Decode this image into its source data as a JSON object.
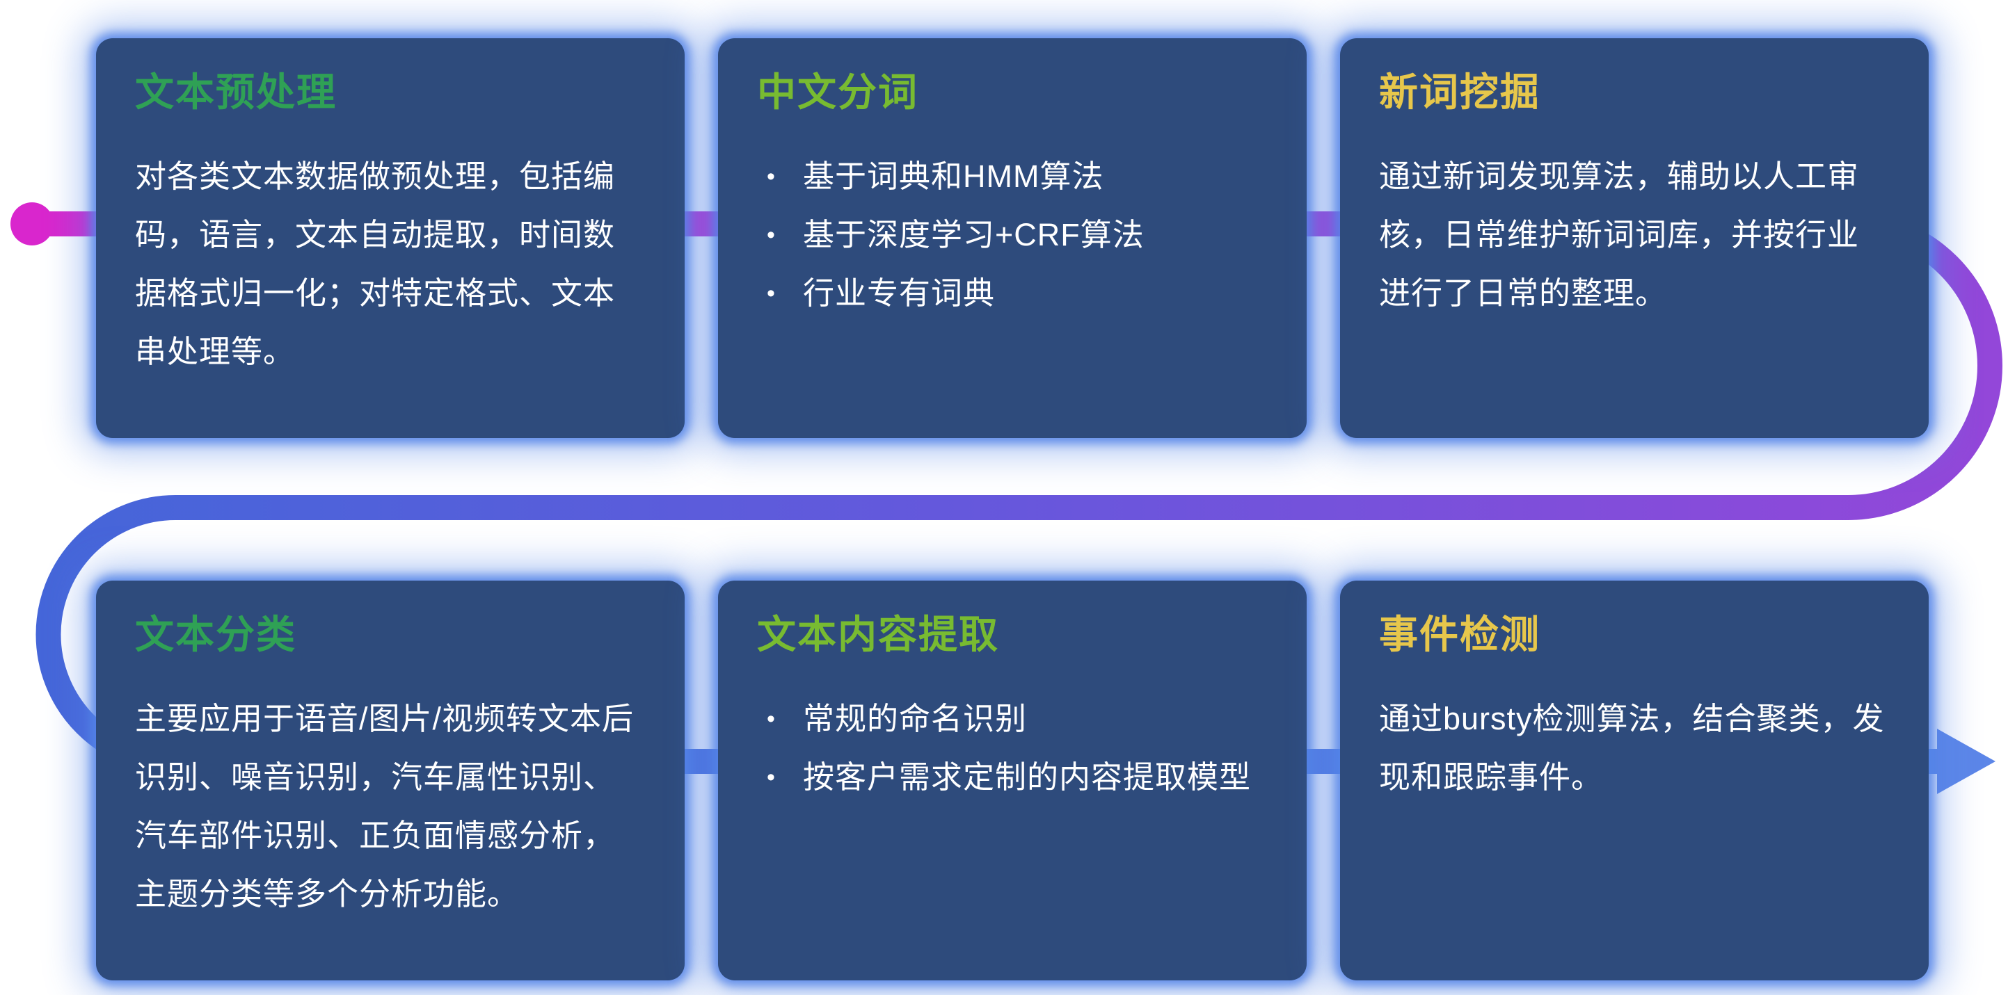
{
  "colors": {
    "page_bg": "#ffffff",
    "card_bg": "#2e4b7c",
    "glow_blue": "#5484e7",
    "body_text": "#ffffff",
    "title_green": "#2fa155",
    "title_light_green": "#78bb31",
    "title_yellow": "#e7c74b",
    "line_magenta": "#d926cd",
    "line_purple_mid": "#b138d3",
    "line_purple": "#9347d9",
    "line_violet": "#6757dc",
    "line_blue": "#4566d9",
    "line_blue_bright": "#5c86e8"
  },
  "flow": {
    "start_marker": "magenta-dot",
    "end_marker": "right-arrow"
  },
  "cards": [
    {
      "title": "文本预处理",
      "title_color": "title_green",
      "body": "对各类文本数据做预处理，包括编码，语言，文本自动提取，时间数据格式归一化；对特定格式、文本串处理等。"
    },
    {
      "title": "中文分词",
      "title_color": "title_light_green",
      "bullets": [
        "基于词典和HMM算法",
        "基于深度学习+CRF算法",
        "行业专有词典"
      ]
    },
    {
      "title": "新词挖掘",
      "title_color": "title_yellow",
      "body": "通过新词发现算法，辅助以人工审核，日常维护新词词库，并按行业进行了日常的整理。"
    },
    {
      "title": "文本分类",
      "title_color": "title_green",
      "body": "主要应用于语音/图片/视频转文本后识别、噪音识别，汽车属性识别、汽车部件识别、正负面情感分析，主题分类等多个分析功能。"
    },
    {
      "title": "文本内容提取",
      "title_color": "title_light_green",
      "bullets": [
        "常规的命名识别",
        "按客户需求定制的内容提取模型"
      ]
    },
    {
      "title": "事件检测",
      "title_color": "title_yellow",
      "body": "通过bursty检测算法，结合聚类，发现和跟踪事件。"
    }
  ]
}
